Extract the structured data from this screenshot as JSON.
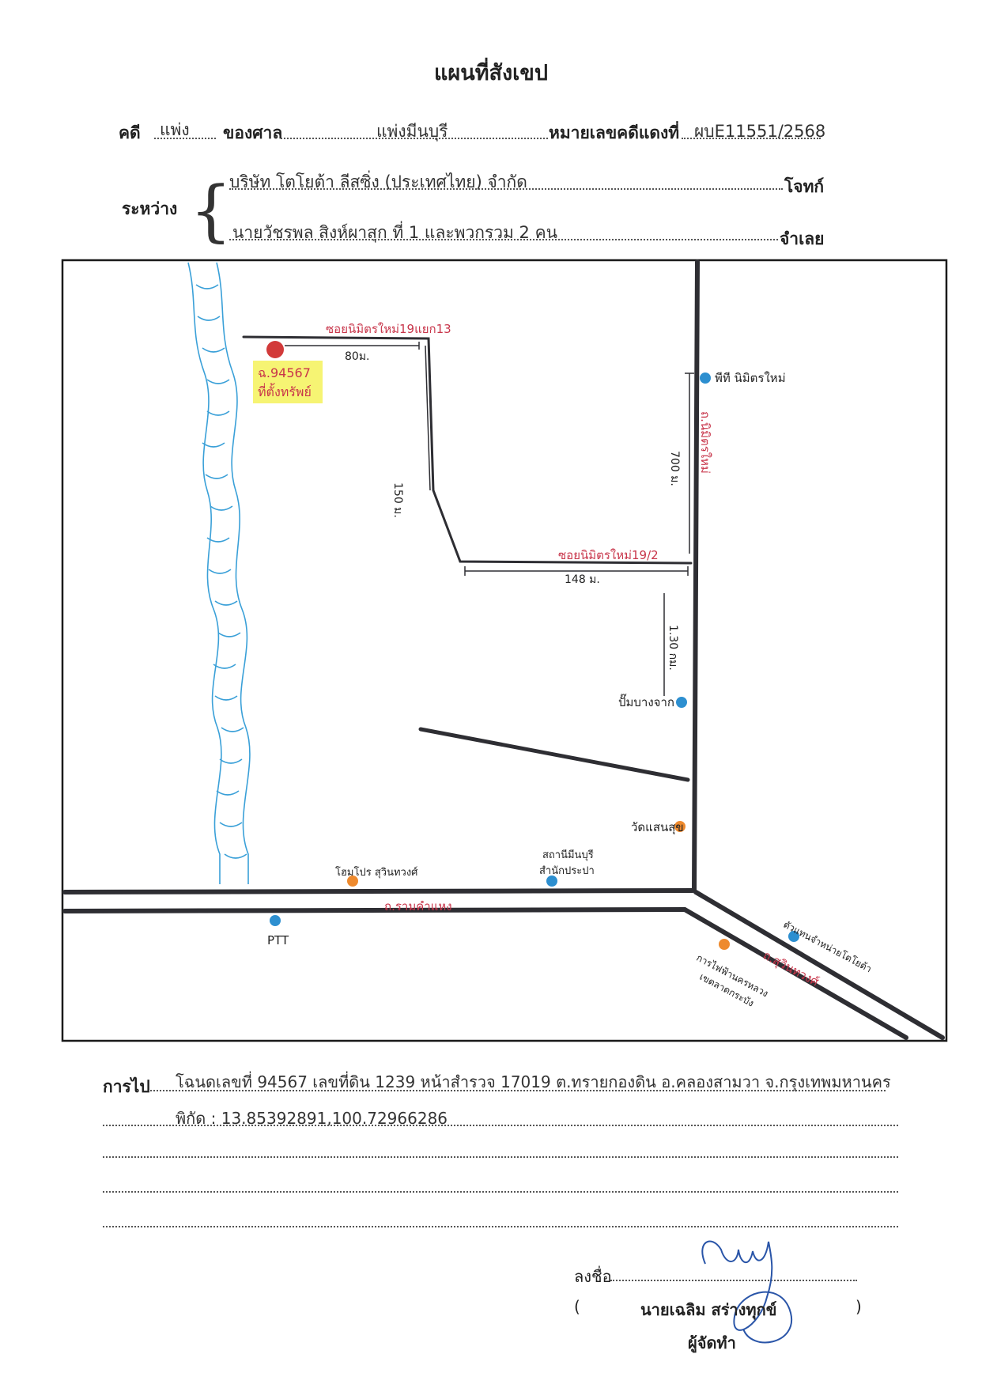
{
  "title": "แผนที่สังเขป",
  "case": {
    "case_label": "คดี",
    "case_type": "แพ่ง",
    "court_label": "ของศาล",
    "court_name": "แพ่งมีนบุรี",
    "red_no_label": "หมายเลขคดีแดงที่",
    "red_no": "ผบE11551/2568"
  },
  "parties": {
    "between_label": "ระหว่าง",
    "plaintiff": "บริษัท โตโยต้า ลีสซิ่ง (ประเทศไทย) จำกัด",
    "plaintiff_role": "โจทก์",
    "defendant": "นายวัชรพล  สิงห์ผาสุก ที่ 1 และพวกรวม 2 คน",
    "defendant_role": "จำเลย"
  },
  "map": {
    "target_marker": {
      "line1": "ฉ.94567",
      "line2": "ที่ตั้งทรัพย์",
      "color": "#d23a3a",
      "highlight": "#f4f25a"
    },
    "labels": {
      "soi_top": "ซอยนิมิตรใหม่19แยก13",
      "dist_80": "80ม.",
      "dist_150": "150 ม.",
      "soi_mid": "ซอยนิมิตรใหม่19/2",
      "dist_148": "148 ม.",
      "dist_700": "700 ม.",
      "road_right": "ถ.นิมิตรใหม่",
      "dist_130km": "1.30 กม.",
      "road_ramkhamhaeng": "ถ.รามคำแหง",
      "road_suwinthawong": "ถ.สุวินทวงศ์"
    },
    "landmarks": [
      {
        "text": "พีที นิมิตรใหม่",
        "color": "#2d8fd0"
      },
      {
        "text": "ปั๊มบางจาก",
        "color": "#2d8fd0"
      },
      {
        "text": "วัดแสนสุข",
        "color": "#ee8a2e"
      },
      {
        "text": "โฮมโปร สุวินทวงศ์",
        "color": "#ee8a2e"
      },
      {
        "text": "สถานีมีนบุรี",
        "color": "#2d8fd0"
      },
      {
        "text": "สำนักประปา",
        "color": "#2d8fd0"
      },
      {
        "text": "PTT",
        "color": "#2d8fd0"
      },
      {
        "text": "ตัวแทนจำหน่ายโตโยต้า",
        "color": "#2d8fd0"
      },
      {
        "text": "การไฟฟ้านครหลวง",
        "color": "#ee8a2e"
      },
      {
        "text": "เขตลาดกระบัง",
        "color": "#ee8a2e"
      }
    ]
  },
  "directions": {
    "label": "การไป",
    "line1": "โฉนดเลขที่ 94567 เลขที่ดิน 1239 หน้าสำรวจ 17019 ต.ทรายกองดิน อ.คลองสามวา จ.กรุงเทพมหานคร",
    "line2": "พิกัด : 13.85392891,100.72966286"
  },
  "signature": {
    "sign_label": "ลงชื่อ",
    "name": "นายเฉลิม  สร่างทุกข์",
    "open_paren": "(",
    "close_paren": ")",
    "role": "ผู้จัดทำ"
  }
}
